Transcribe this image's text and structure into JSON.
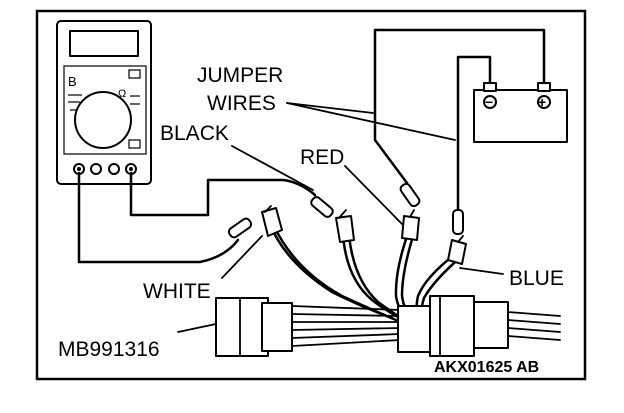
{
  "labels": {
    "jumper_line1": "JUMPER",
    "jumper_line2": "WIRES",
    "black": "BLACK",
    "red": "RED",
    "white": "WHITE",
    "blue": "BLUE",
    "part_number": "MB991316",
    "figure_code": "AKX01625 AB"
  },
  "meter": {
    "dial_letter": "B",
    "dial_symbol": "Ω"
  },
  "battery": {
    "negative": "−",
    "positive": "+"
  },
  "icons": [
    "multimeter-icon",
    "battery-icon",
    "connector-icon",
    "probe-icon",
    "clip-icon"
  ]
}
